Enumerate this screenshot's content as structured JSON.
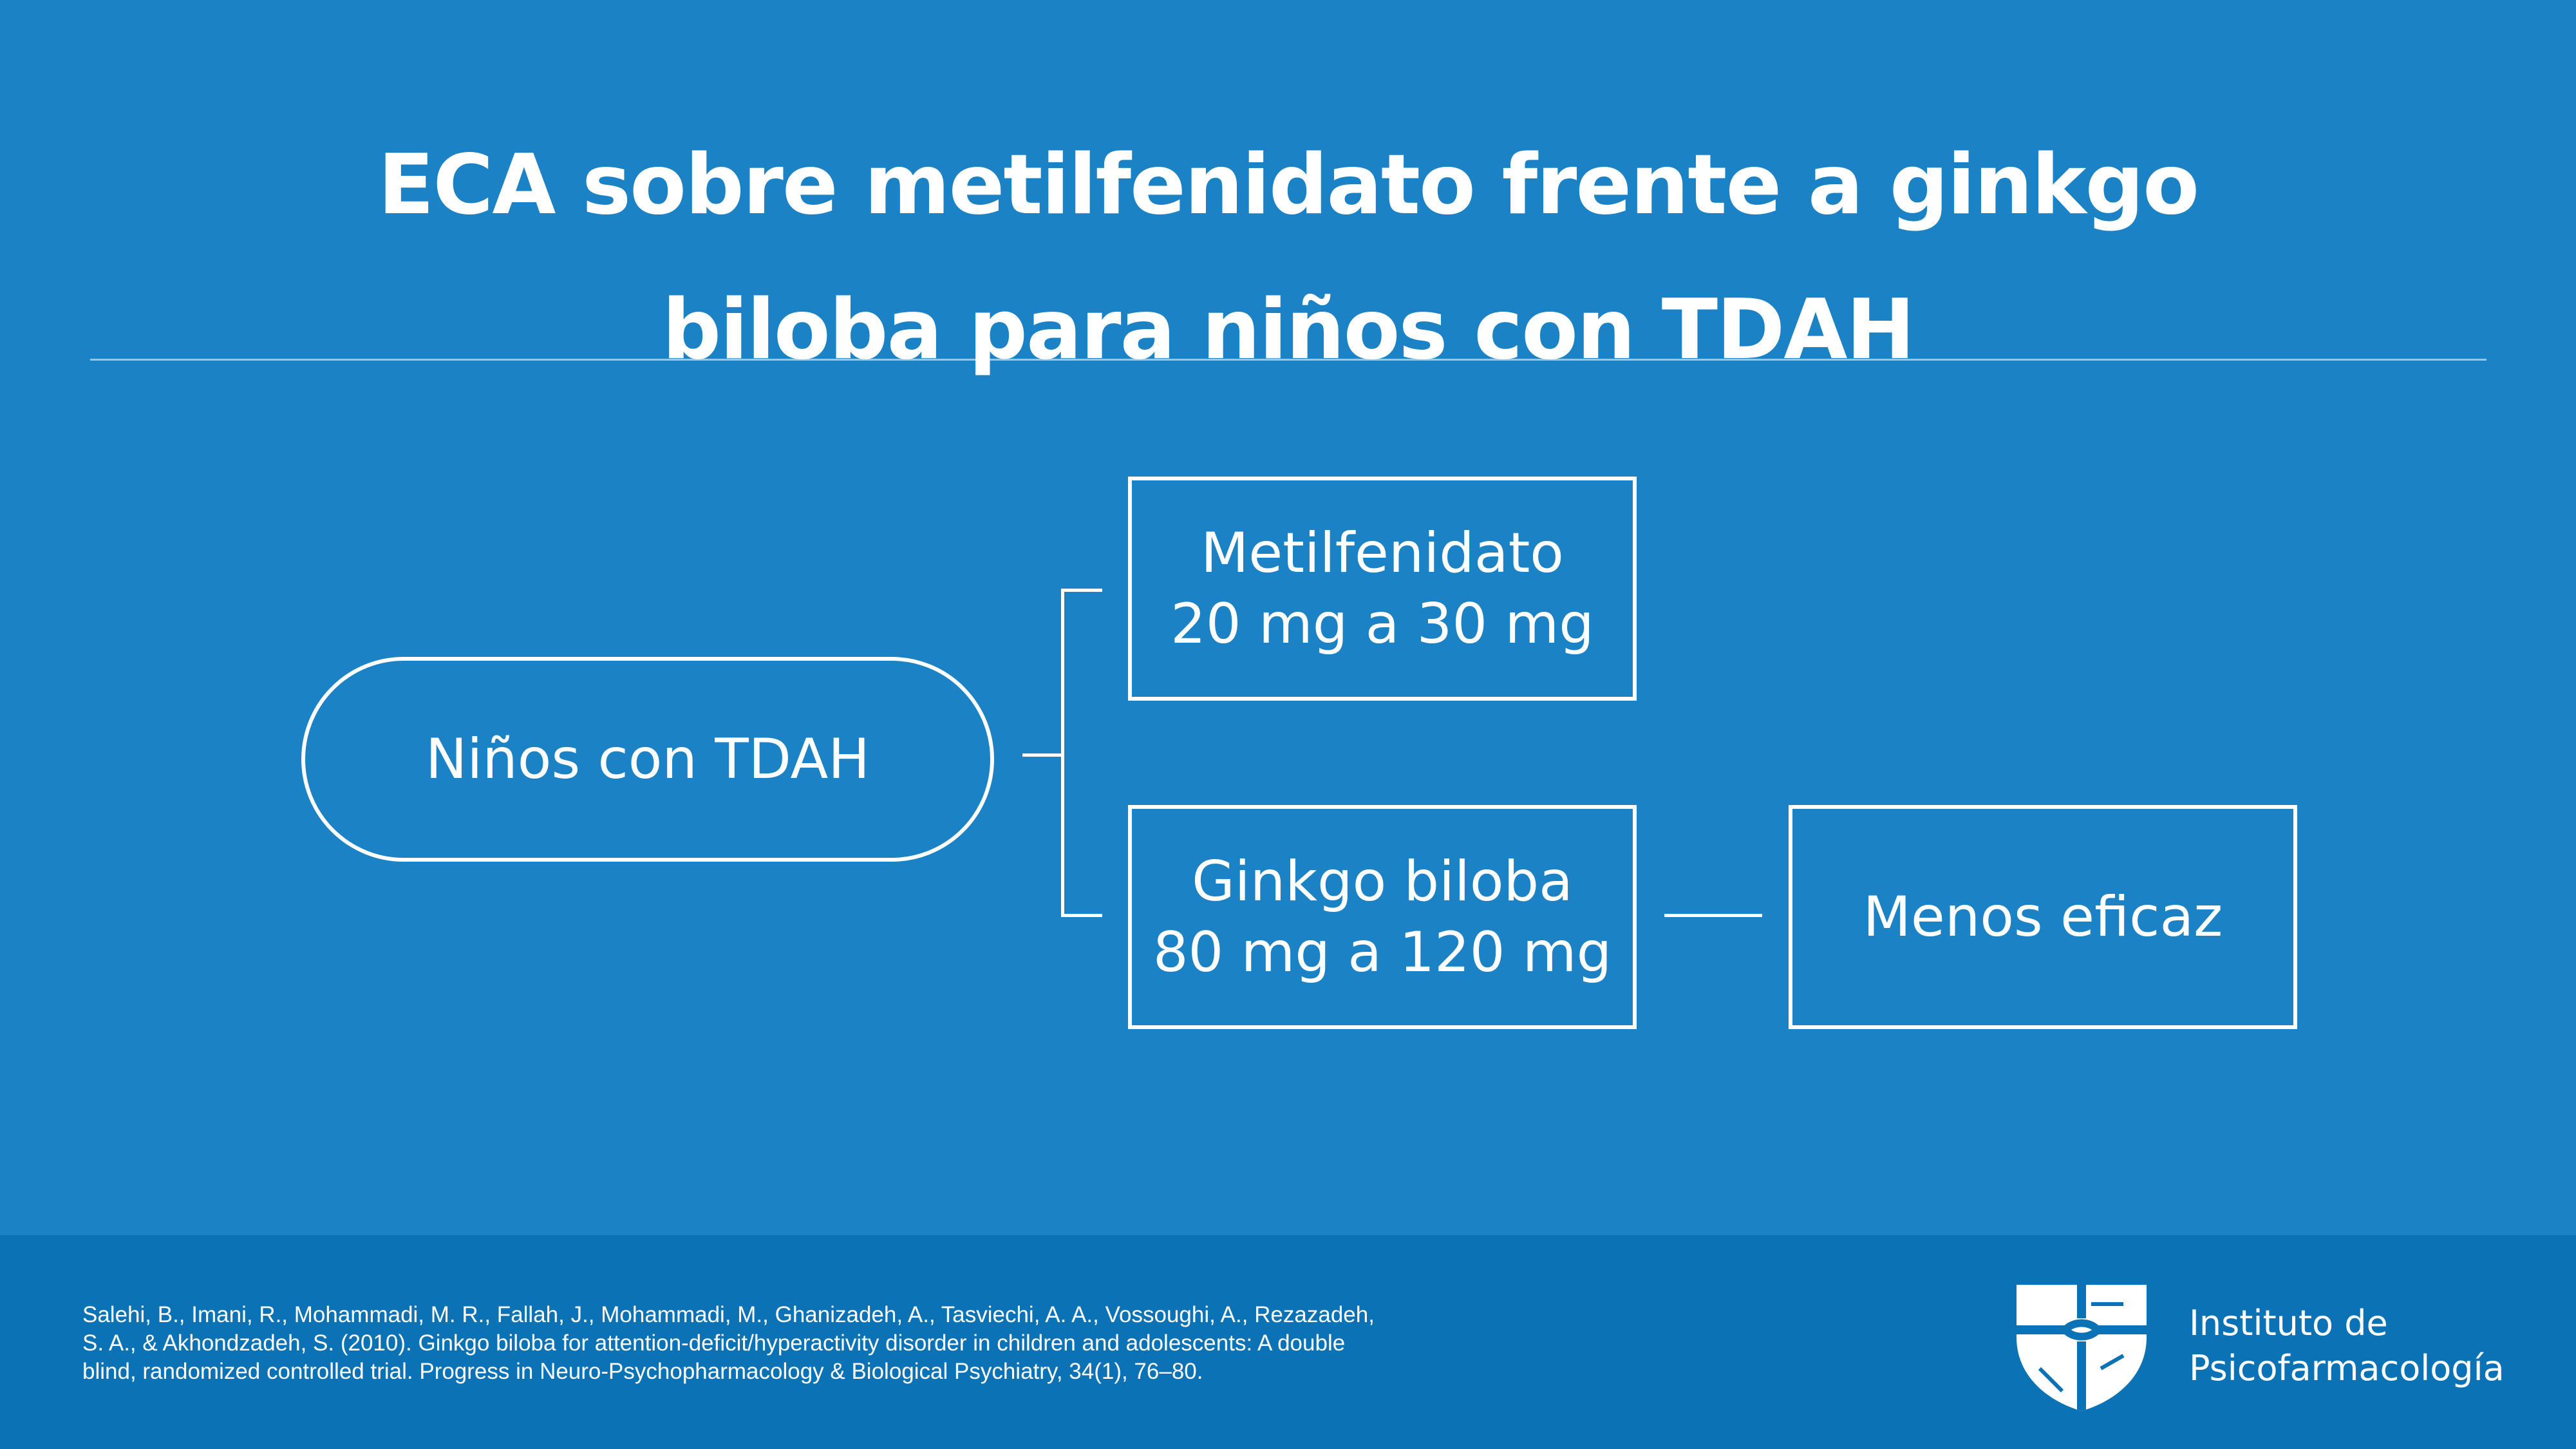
{
  "title": {
    "line1": "ECA sobre metilfenidato frente a ginkgo",
    "line2": "biloba para niños con TDAH"
  },
  "diagram": {
    "root": {
      "label": "Niños con TDAH"
    },
    "branches": [
      {
        "line1": "Metilfenidato",
        "line2": "20 mg a 30 mg"
      },
      {
        "line1": "Ginkgo biloba",
        "line2": "80 mg a 120 mg"
      }
    ],
    "result": {
      "label": "Menos eficaz"
    }
  },
  "footer": {
    "citation": {
      "line1": "Salehi, B., Imani, R., Mohammadi, M. R., Fallah, J., Mohammadi, M., Ghanizadeh, A., Tasviechi, A. A., Vossoughi, A., Rezazadeh,",
      "line2": "S. A., & Akhondzadeh, S. (2010). Ginkgo biloba for attention-deficit/hyperactivity disorder in children and adolescents: A double",
      "line3": "blind, randomized controlled trial. Progress in Neuro-Psychopharmacology & Biological Psychiatry, 34(1), 76–80."
    },
    "logo": {
      "line1": "Instituto de",
      "line2": "Psicofarmacología",
      "icon": "shield-cross-icon"
    }
  },
  "colors": {
    "background": "#1b82c5",
    "footer_background": "#0b72b6",
    "foreground": "#ffffff"
  }
}
